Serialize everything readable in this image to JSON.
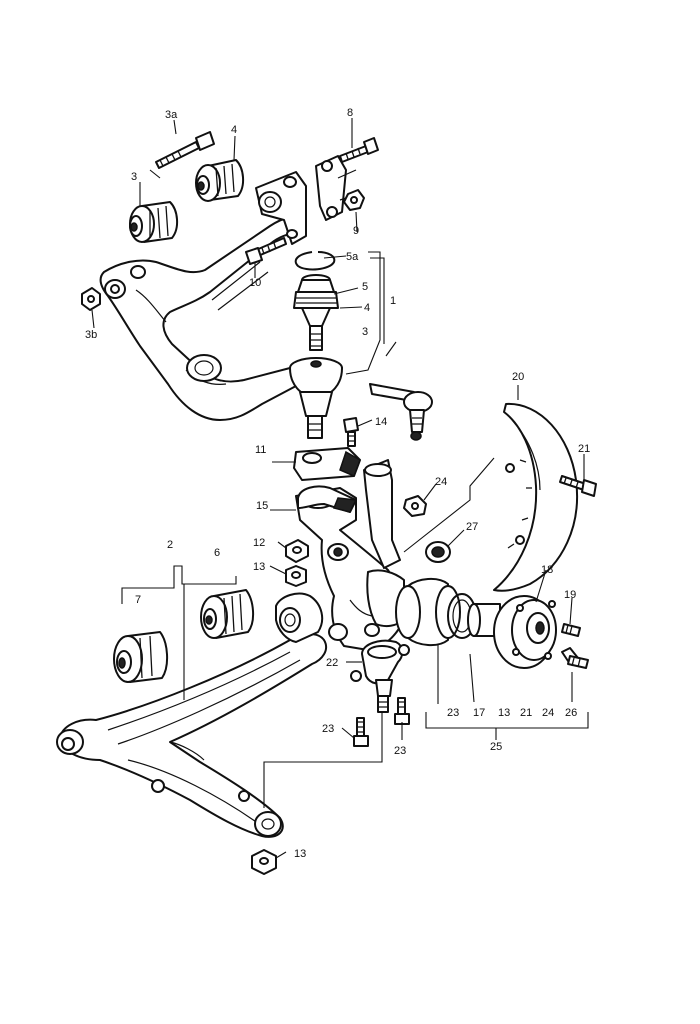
{
  "callouts": {
    "c3a": "3a",
    "c4": "4",
    "c8": "8",
    "c3": "3",
    "c9": "9",
    "c5a": "5a",
    "c10": "10",
    "c5": "5",
    "c4b": "4",
    "c1": "1",
    "c3b_right": "3",
    "c3b": "3b",
    "c20": "20",
    "c14": "14",
    "c11": "11",
    "c21": "21",
    "c24a": "24",
    "c15": "15",
    "c27": "27",
    "c2": "2",
    "c6": "6",
    "c12": "12",
    "c13a": "13",
    "c18": "18",
    "c7": "7",
    "c19": "19",
    "c22": "22",
    "c26": "26",
    "c23a": "23",
    "c17": "17",
    "c13b": "13",
    "c21b": "21",
    "c24b": "24",
    "c23b": "23",
    "c23c": "23",
    "c25": "25",
    "c13c": "13"
  }
}
